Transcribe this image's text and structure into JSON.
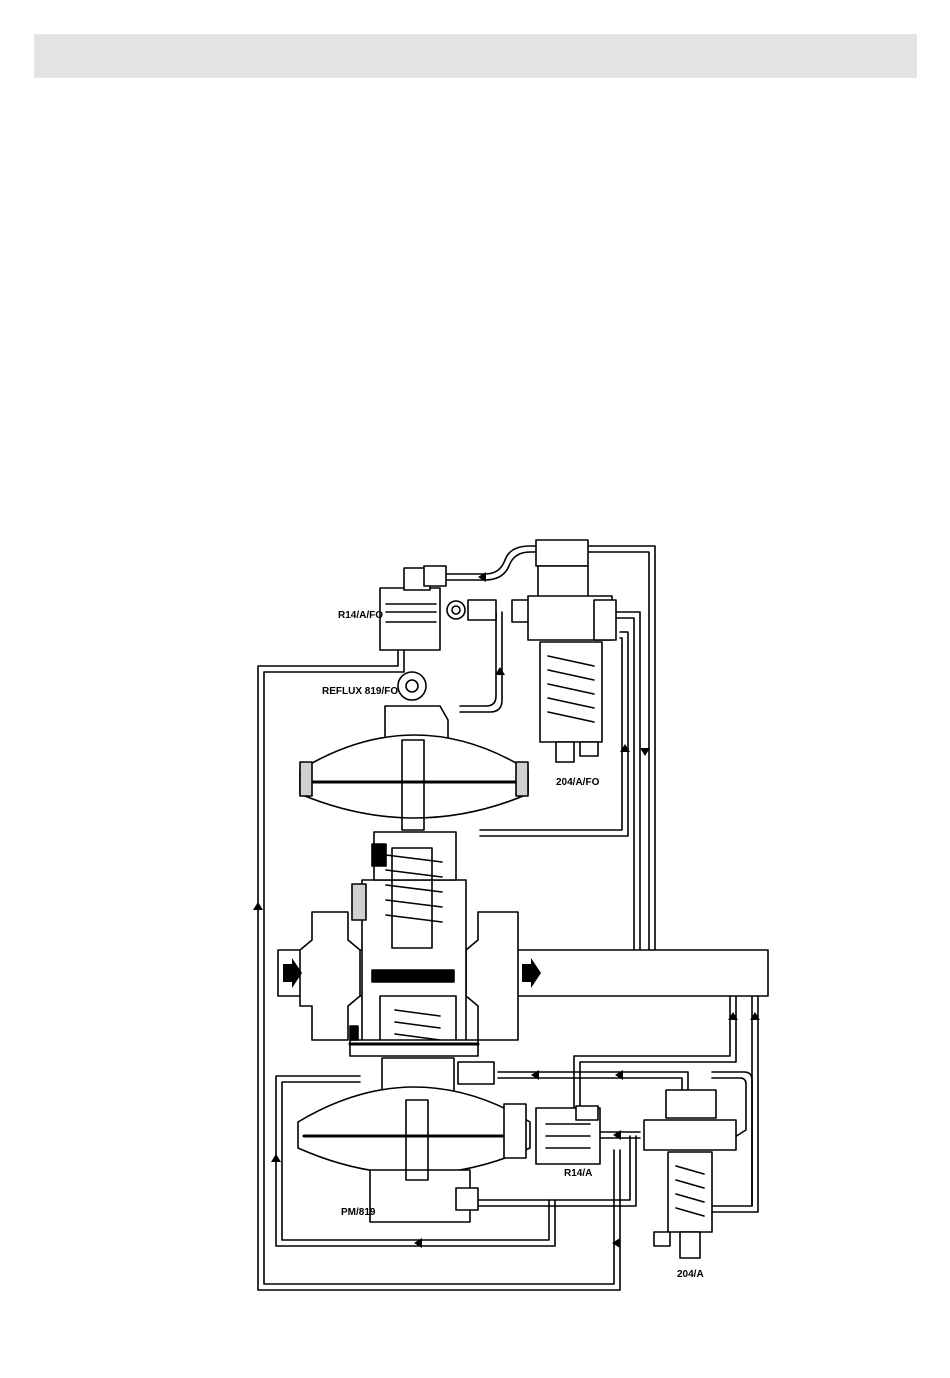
{
  "header": {
    "title": ""
  },
  "diagram": {
    "labels": {
      "pilot_top": "R14/A/FO",
      "reflux": "REFLUX 819/FO",
      "pilot_top_right": "204/A/FO",
      "pm": "PM/819",
      "pilot_bottom": "R14/A",
      "pilot_bottom_right": "204/A"
    }
  }
}
